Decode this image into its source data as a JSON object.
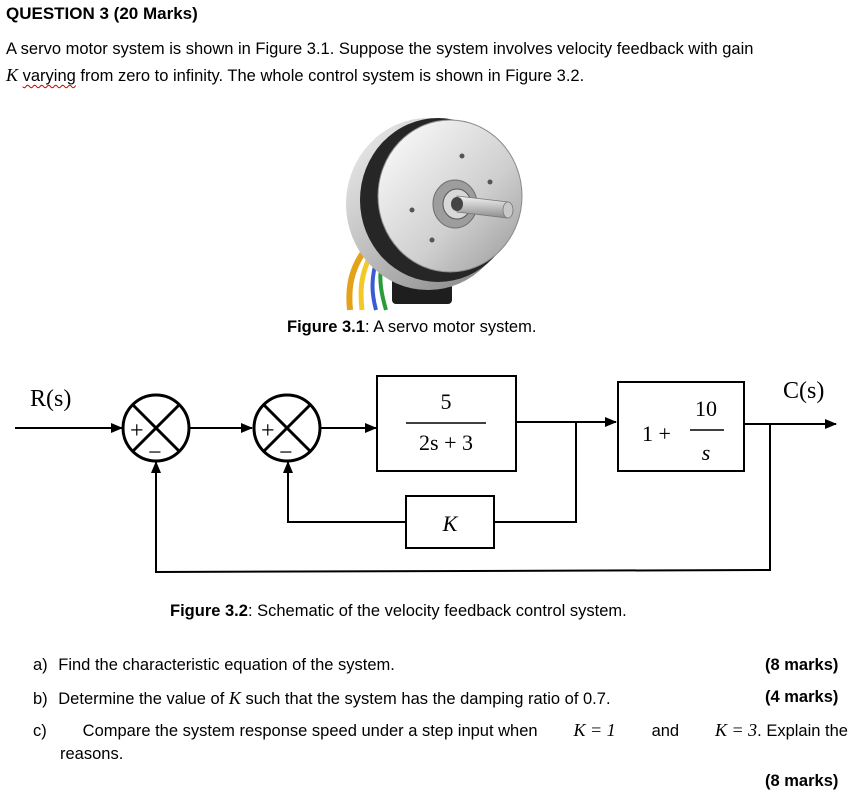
{
  "question": {
    "title": "QUESTION 3 (20 Marks)",
    "intro_part1": "A servo motor system is shown in Figure 3.1. Suppose the system involves velocity feedback with gain",
    "intro_k": "K",
    "intro_varying": "varying",
    "intro_part2": "from zero to infinity. The whole control system is shown in Figure 3.2."
  },
  "figure1": {
    "label": "Figure 3.1",
    "caption": ": A servo motor system."
  },
  "figure2": {
    "label": "Figure 3.2",
    "caption": ": Schematic of the velocity feedback control system.",
    "input_label": "R(s)",
    "output_label": "C(s)",
    "block1": {
      "numerator": "5",
      "denominator": "2s + 3"
    },
    "block2": {
      "prefix": "1 +",
      "numerator": "10",
      "denominator": "s"
    },
    "feedback_block": "K",
    "plus_sign": "+",
    "minus_sign": "−"
  },
  "parts": {
    "a": {
      "label": "a)",
      "text": "Find the characteristic equation of the system.",
      "marks": "(8 marks)"
    },
    "b": {
      "label": "b)",
      "text_before": "Determine the value of",
      "k": "K",
      "text_after": "such that the system has the damping ratio of 0.7.",
      "marks": "(4 marks)"
    },
    "c": {
      "label": "c)",
      "text_before": "Compare the system response speed under a step input when",
      "eq1": "K = 1",
      "and": "and",
      "eq2": "K = 3",
      "text_after": ". Explain the",
      "line2": "reasons.",
      "marks": "(8 marks)"
    }
  }
}
